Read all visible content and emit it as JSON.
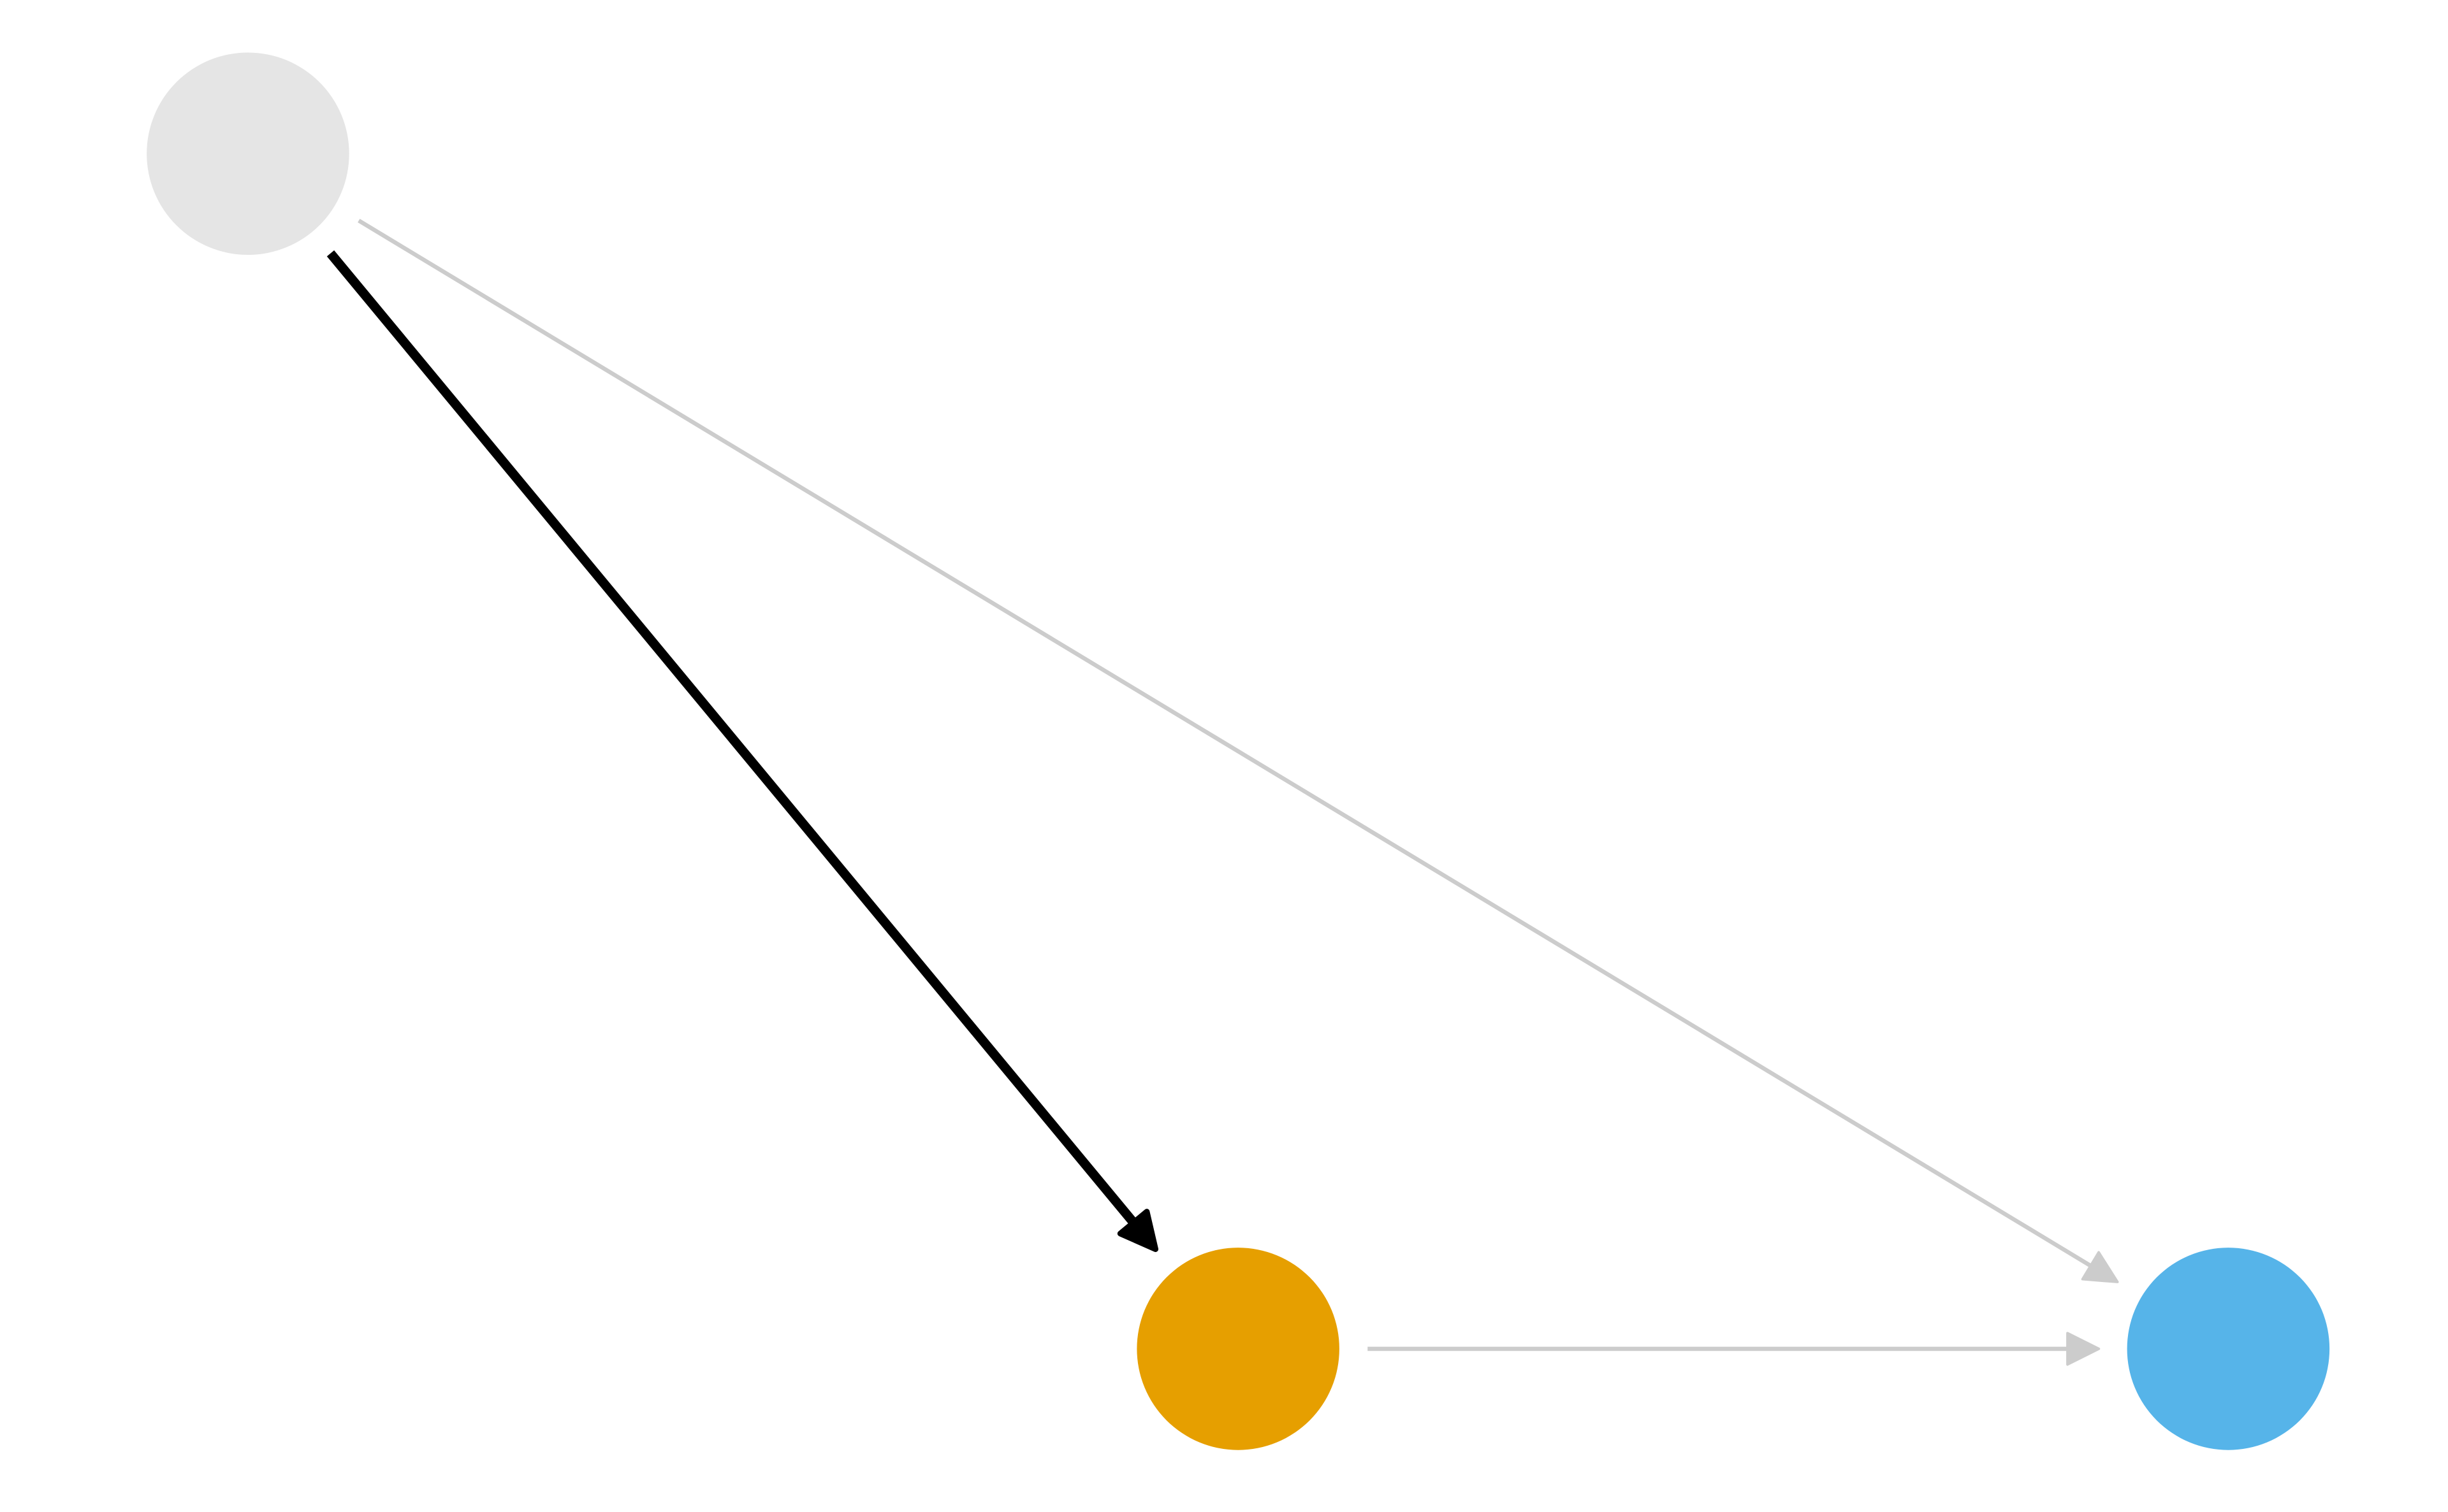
{
  "diagram": {
    "type": "directed-graph",
    "nodes": [
      {
        "id": "top-left",
        "color": "#e5e5e5"
      },
      {
        "id": "bottom-middle",
        "color": "#e69f00"
      },
      {
        "id": "bottom-right",
        "color": "#56b4e9"
      }
    ],
    "edges": [
      {
        "from": "top-left",
        "to": "bottom-middle",
        "color": "#000000",
        "emphasis": "highlighted"
      },
      {
        "from": "top-left",
        "to": "bottom-right",
        "color": "#cccccc",
        "emphasis": "muted"
      },
      {
        "from": "bottom-middle",
        "to": "bottom-right",
        "color": "#cccccc",
        "emphasis": "muted"
      }
    ]
  }
}
